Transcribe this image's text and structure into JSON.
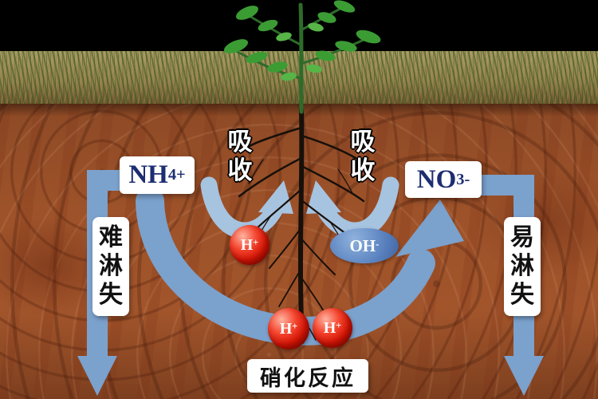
{
  "scene": {
    "ions": {
      "nh4": {
        "base": "NH",
        "sub": "4",
        "sup": "+"
      },
      "no3": {
        "base": "NO",
        "sub": "3",
        "sup": "-"
      },
      "h": {
        "base": "H",
        "sup": "+"
      },
      "oh": {
        "base": "OH",
        "sup": "-"
      }
    },
    "labels": {
      "absorb": "吸收",
      "nitrification": "硝化反应",
      "hard_leach": "难淋失",
      "easy_leach": "易淋失"
    },
    "colors": {
      "arrow_blue": "#7ba1cd",
      "absorb_blue": "#a6c3e0",
      "ion_red": "#d31505",
      "oh_fill": "#5d85c1",
      "ion_label_navy": "#1d2d71",
      "soil_brown": "#9a4e28",
      "top_bar_black": "#000000"
    }
  }
}
